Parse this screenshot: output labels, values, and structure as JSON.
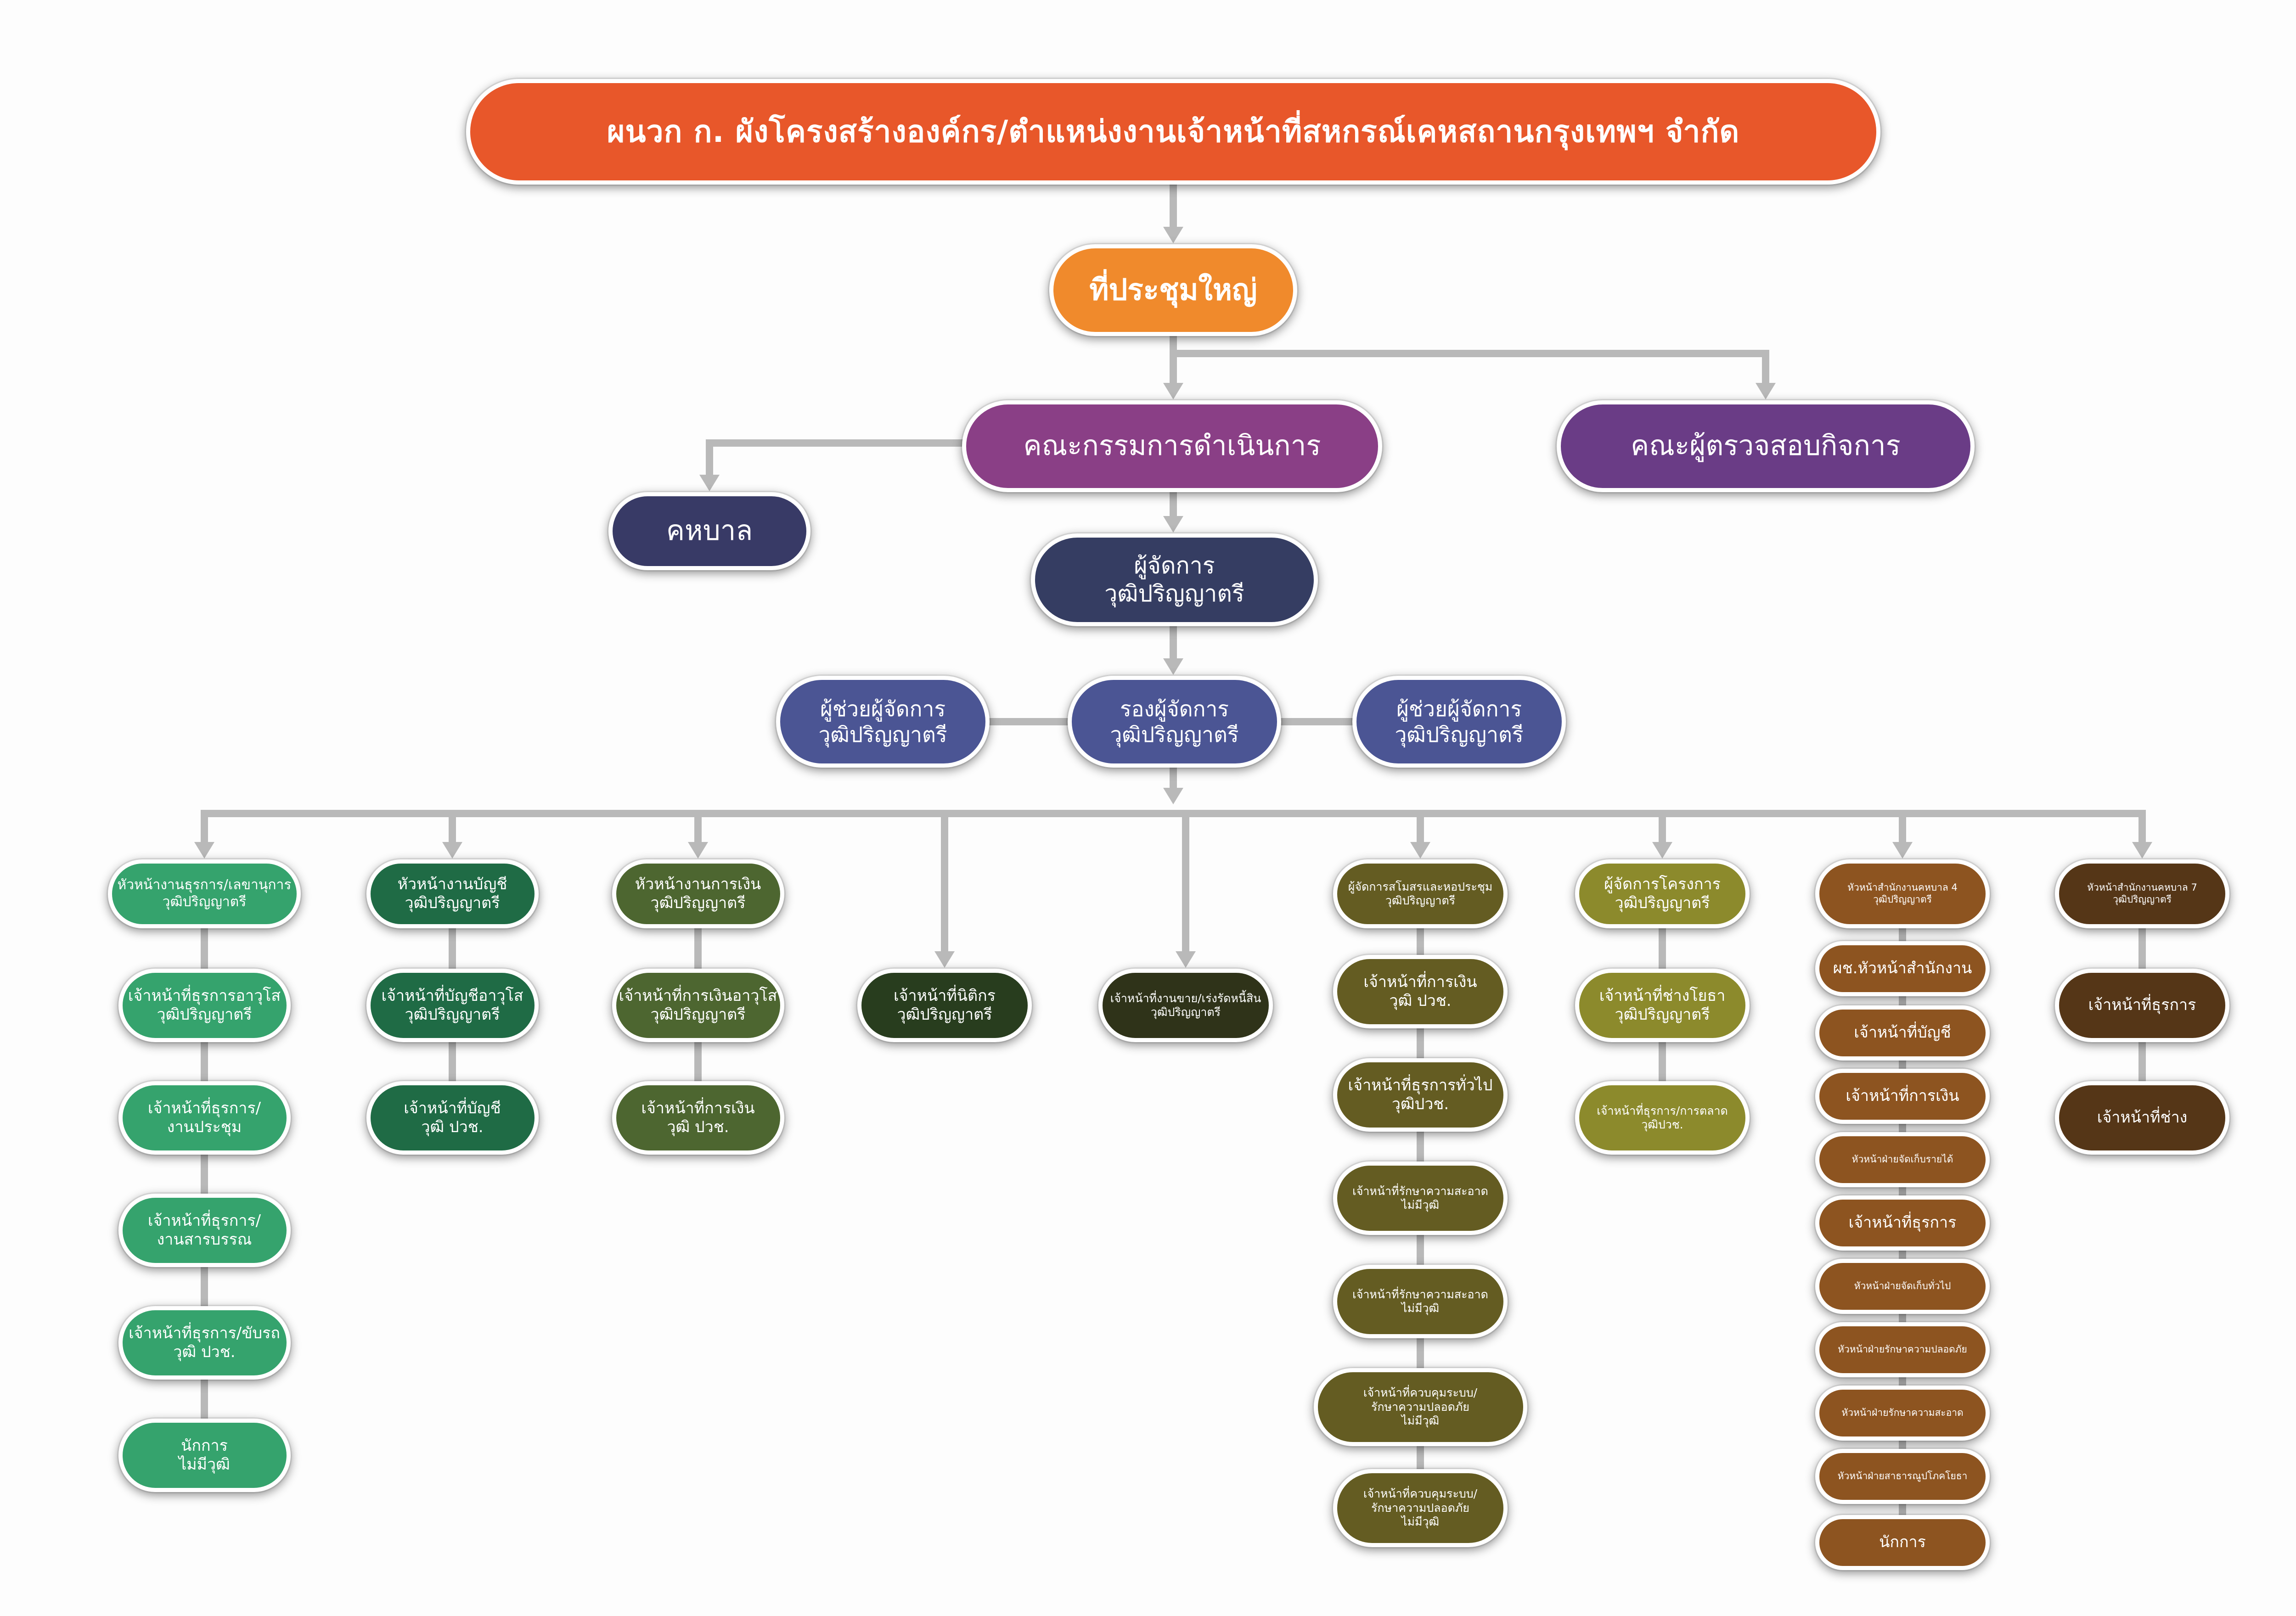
{
  "header": {
    "title": "ผนวก ก. ผังโครงสร้างองค์กร/ตำแหน่งงานเจ้าหน้าที่สหกรณ์เคหสถานกรุงเทพฯ จำกัด"
  },
  "top": {
    "general_meeting": "ที่ประชุมใหญ่",
    "board": "คณะกรรมการดำเนินการ",
    "auditors": "คณะผู้ตรวจสอบกิจการ",
    "advisors": "คหบาล"
  },
  "management": {
    "manager": {
      "line1": "ผู้จัดการ",
      "line2": "วุฒิปริญญาตรี"
    },
    "deputy": {
      "line1": "รองผู้จัดการ",
      "line2": "วุฒิปริญญาตรี"
    },
    "assistant_left": {
      "line1": "ผู้ช่วยผู้จัดการ",
      "line2": "วุฒิปริญญาตรี"
    },
    "assistant_right": {
      "line1": "ผู้ช่วยผู้จัดการ",
      "line2": "วุฒิปริญญาตรี"
    }
  },
  "colors": {
    "title": "#e8572a",
    "meeting": "#f08a2c",
    "board": "#8a3f86",
    "auditors": "#6a3c86",
    "advisors": "#383a66",
    "manager": "#353d62",
    "assistant": "#4b5594",
    "connector": "#b9b9b9",
    "col_admin": "#35a36d",
    "col_accounting": "#1f6b45",
    "col_finance": "#4d6630",
    "col_legal": "#283d1e",
    "col_debt": "#2f3319",
    "col_welfare": "#645c22",
    "col_projects": "#8c8a2c",
    "col_office4": "#8d5420",
    "col_office7": "#553617"
  },
  "columns": [
    {
      "id": "admin",
      "items": [
        {
          "lines": [
            "หัวหน้างานธุรการ/เลขานุการ",
            "วุฒิปริญญาตรี"
          ]
        },
        {
          "lines": [
            "เจ้าหน้าที่ธุรการอาวุโส",
            "วุฒิปริญญาตรี"
          ]
        },
        {
          "lines": [
            "เจ้าหน้าที่ธุรการ/",
            "งานประชุม"
          ]
        },
        {
          "lines": [
            "เจ้าหน้าที่ธุรการ/",
            "งานสารบรรณ"
          ]
        },
        {
          "lines": [
            "เจ้าหน้าที่ธุรการ/ขับรถ",
            "วุฒิ ปวช."
          ]
        },
        {
          "lines": [
            "นักการ",
            "ไม่มีวุฒิ"
          ]
        }
      ]
    },
    {
      "id": "accounting",
      "items": [
        {
          "lines": [
            "หัวหน้างานบัญชี",
            "วุฒิปริญญาตรี"
          ]
        },
        {
          "lines": [
            "เจ้าหน้าที่บัญชีอาวุโส",
            "วุฒิปริญญาตรี"
          ]
        },
        {
          "lines": [
            "เจ้าหน้าที่บัญชี",
            "วุฒิ ปวช."
          ]
        }
      ]
    },
    {
      "id": "finance",
      "items": [
        {
          "lines": [
            "หัวหน้างานการเงิน",
            "วุฒิปริญญาตรี"
          ]
        },
        {
          "lines": [
            "เจ้าหน้าที่การเงินอาวุโส",
            "วุฒิปริญญาตรี"
          ]
        },
        {
          "lines": [
            "เจ้าหน้าที่การเงิน",
            "วุฒิ ปวช."
          ]
        }
      ]
    },
    {
      "id": "legal",
      "items": [
        {
          "lines": [
            "เจ้าหน้าที่นิติกร",
            "วุฒิปริญญาตรี"
          ]
        }
      ]
    },
    {
      "id": "debt",
      "items": [
        {
          "lines": [
            "เจ้าหน้าที่งานขาย/เร่งรัดหนี้สิน",
            "วุฒิปริญญาตรี"
          ]
        }
      ]
    },
    {
      "id": "welfare",
      "items": [
        {
          "lines": [
            "ผู้จัดการสโมสรและหอประชุม",
            "วุฒิปริญญาตรี"
          ]
        },
        {
          "lines": [
            "เจ้าหน้าที่การเงิน",
            "วุฒิ ปวช."
          ]
        },
        {
          "lines": [
            "เจ้าหน้าที่ธุรการทั่วไป",
            "วุฒิปวช."
          ]
        },
        {
          "lines": [
            "เจ้าหน้าที่รักษาความสะอาด",
            "ไม่มีวุฒิ"
          ]
        },
        {
          "lines": [
            "เจ้าหน้าที่รักษาความสะอาด",
            "ไม่มีวุฒิ"
          ]
        },
        {
          "lines": [
            "เจ้าหน้าที่ควบคุมระบบ/",
            "รักษาความปลอดภัย",
            "ไม่มีวุฒิ"
          ]
        },
        {
          "lines": [
            "เจ้าหน้าที่ควบคุมระบบ/",
            "รักษาความปลอดภัย",
            "ไม่มีวุฒิ"
          ]
        }
      ]
    },
    {
      "id": "projects",
      "items": [
        {
          "lines": [
            "ผู้จัดการโครงการ",
            "วุฒิปริญญาตรี"
          ]
        },
        {
          "lines": [
            "เจ้าหน้าที่ช่างโยธา",
            "วุฒิปริญญาตรี"
          ]
        },
        {
          "lines": [
            "เจ้าหน้าที่ธุรการ/การตลาด",
            "วุฒิปวช."
          ]
        }
      ]
    },
    {
      "id": "office4",
      "items": [
        {
          "lines": [
            "หัวหน้าสำนักงานคหบาล 4",
            "วุฒิปริญญาตรี"
          ]
        },
        {
          "lines": [
            "ผช.หัวหน้าสำนักงาน"
          ]
        },
        {
          "lines": [
            "เจ้าหน้าที่บัญชี"
          ]
        },
        {
          "lines": [
            "เจ้าหน้าที่การเงิน"
          ]
        },
        {
          "lines": [
            "หัวหน้าฝ่ายจัดเก็บรายได้"
          ]
        },
        {
          "lines": [
            "เจ้าหน้าที่ธุรการ"
          ]
        },
        {
          "lines": [
            "หัวหน้าฝ่ายจัดเก็บทั่วไป"
          ]
        },
        {
          "lines": [
            "หัวหน้าฝ่ายรักษาความปลอดภัย"
          ]
        },
        {
          "lines": [
            "หัวหน้าฝ่ายรักษาความสะอาด"
          ]
        },
        {
          "lines": [
            "หัวหน้าฝ่ายสาธารณูปโภคโยธา"
          ]
        },
        {
          "lines": [
            "นักการ"
          ]
        }
      ]
    },
    {
      "id": "office7",
      "items": [
        {
          "lines": [
            "หัวหน้าสำนักงานคหบาล 7",
            "วุฒิปริญญาตรี"
          ]
        },
        {
          "lines": [
            "เจ้าหน้าที่ธุรการ"
          ]
        },
        {
          "lines": [
            "เจ้าหน้าที่ช่าง"
          ]
        }
      ]
    }
  ]
}
